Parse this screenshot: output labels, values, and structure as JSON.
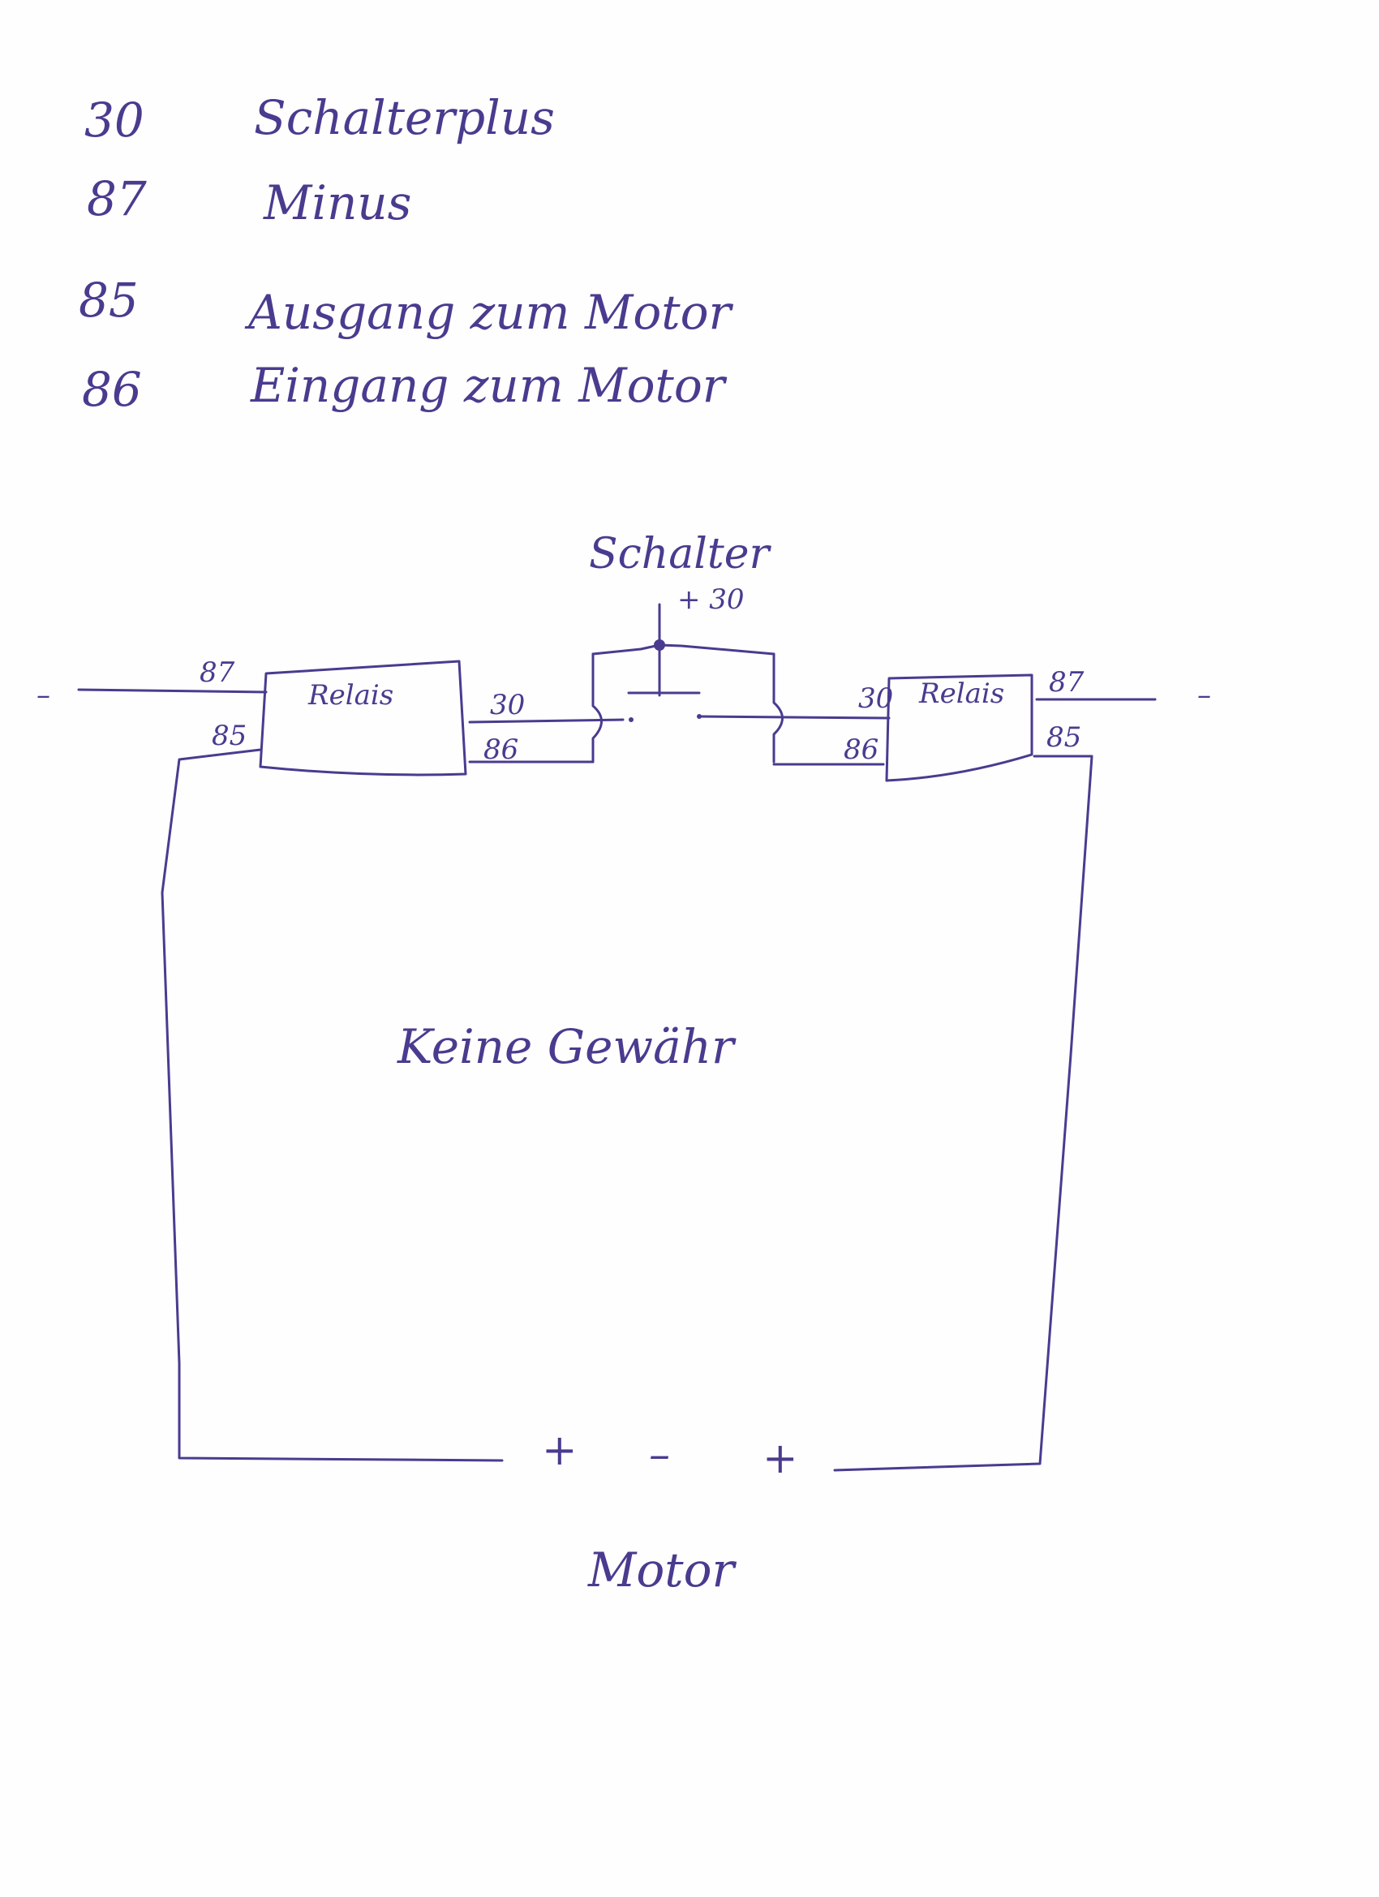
{
  "legend": [
    {
      "code": "30",
      "text": "Schalterplus"
    },
    {
      "code": "87",
      "text": "Minus"
    },
    {
      "code": "85",
      "text": "Ausgang zum Motor"
    },
    {
      "code": "86",
      "text": "Eingang zum Motor"
    }
  ],
  "diagram": {
    "switch_label": "Schalter",
    "switch_supply": "+ 30",
    "left_relay": {
      "label": "Relais",
      "pin87": "87",
      "pin85": "85",
      "pin30": "30",
      "pin86": "86",
      "ground": "–"
    },
    "right_relay": {
      "label": "Relais",
      "pin87": "87",
      "pin85": "85",
      "pin30": "30",
      "pin86": "86",
      "ground": "–"
    },
    "motor_terminals": [
      "+",
      "–",
      "+"
    ],
    "motor_label": "Motor",
    "note": "Keine Gewähr"
  },
  "colors": {
    "ink": "#4a3b8f",
    "paper": "#fefefe"
  }
}
